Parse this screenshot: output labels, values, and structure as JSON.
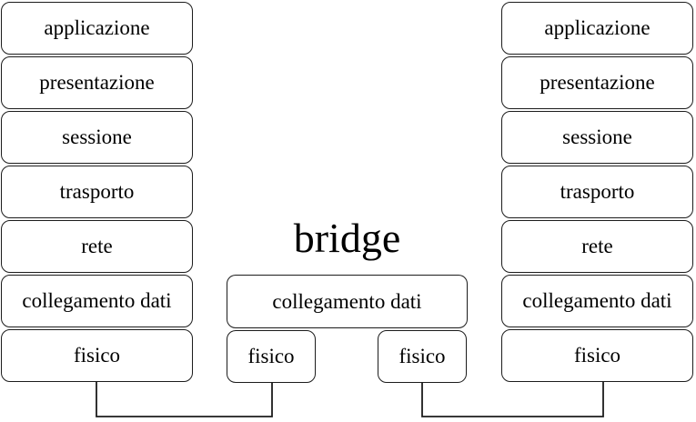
{
  "diagram": {
    "title": "bridge"
  },
  "left_stack": {
    "layers": [
      "applicazione",
      "presentazione",
      "sessione",
      "trasporto",
      "rete",
      "collegamento dati",
      "fisico"
    ]
  },
  "right_stack": {
    "layers": [
      "applicazione",
      "presentazione",
      "sessione",
      "trasporto",
      "rete",
      "collegamento dati",
      "fisico"
    ]
  },
  "bridge": {
    "title": "bridge",
    "data_link_label": "collegamento dati",
    "physical_left_label": "fisico",
    "physical_right_label": "fisico"
  },
  "colors": {
    "background": "#ffffff",
    "box_border": "#1c1c1c",
    "text": "#000000",
    "connector_line": "#1c1c1c"
  }
}
